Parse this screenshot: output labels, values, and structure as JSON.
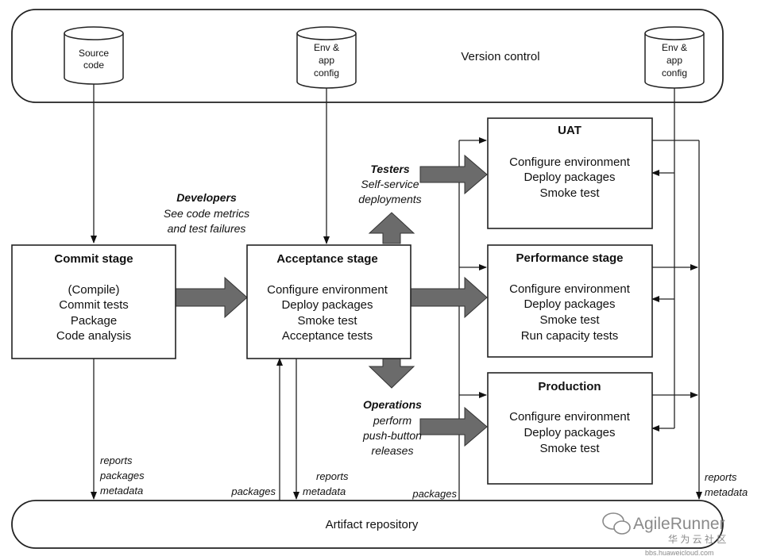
{
  "version_control": {
    "label": "Version control",
    "repos": {
      "source": [
        "Source",
        "code"
      ],
      "env_mid": [
        "Env &",
        "app",
        "config"
      ],
      "env_right": [
        "Env &",
        "app",
        "config"
      ]
    }
  },
  "stages": {
    "commit": {
      "title": "Commit stage",
      "lines": [
        "(Compile)",
        "Commit tests",
        "Package",
        "Code analysis"
      ]
    },
    "acceptance": {
      "title": "Acceptance stage",
      "lines": [
        "Configure environment",
        "Deploy packages",
        "Smoke test",
        "Acceptance tests"
      ]
    },
    "uat": {
      "title": "UAT",
      "lines": [
        "Configure environment",
        "Deploy packages",
        "Smoke test"
      ]
    },
    "performance": {
      "title": "Performance stage",
      "lines": [
        "Configure environment",
        "Deploy packages",
        "Smoke test",
        "Run capacity tests"
      ]
    },
    "production": {
      "title": "Production",
      "lines": [
        "Configure environment",
        "Deploy packages",
        "Smoke test"
      ]
    }
  },
  "annotations": {
    "developers": {
      "title": "Developers",
      "lines": [
        "See code metrics",
        "and test failures"
      ]
    },
    "testers": {
      "title": "Testers",
      "lines": [
        "Self-service",
        "deployments"
      ]
    },
    "operations": {
      "title": "Operations",
      "lines": [
        "perform",
        "push-button",
        "releases"
      ]
    }
  },
  "flow_labels": {
    "commit_out": [
      "reports",
      "packages",
      "metadata"
    ],
    "packages_in": "packages",
    "acceptance_out": [
      "reports",
      "metadata"
    ],
    "packages_right": "packages",
    "right_out": [
      "reports",
      "metadata"
    ]
  },
  "artifact_repository": {
    "label": "Artifact repository"
  },
  "watermark": {
    "brand": "AgileRunner",
    "site_cn": "华 为 云 社 区",
    "site_url": "bbs.huaweicloud.com"
  }
}
